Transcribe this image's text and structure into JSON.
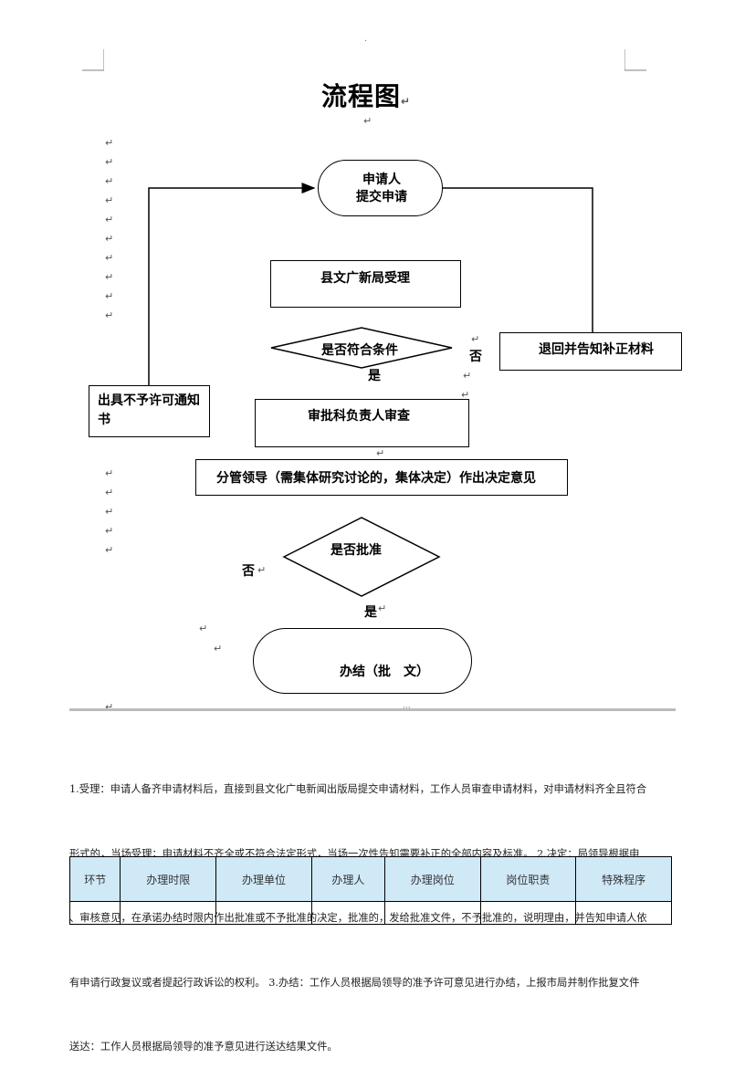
{
  "page": {
    "title": "流程图",
    "header_mark": "·"
  },
  "flow": {
    "start": [
      "申请人",
      "提交申请"
    ],
    "accept": "县文广新局受理",
    "condition": "是否符合条件",
    "yes_label": "是",
    "no_label": "否",
    "return_box": "退回并告知补正材料",
    "reject_box": "出具不予许可通知书",
    "review": "审批科负责人审查",
    "leader": "分管领导（需集体研究讨论的，集体决定）作出决定意见",
    "approve_q": "是否批准",
    "end": "办结（批　文）"
  },
  "paragraph_mark": "↵",
  "description": [
    "1.受理：申请人备齐申请材料后，直接到县文化广电新闻出版局提交申请材料，工作人员审查申请材料，对申请材料齐全且符合",
    "形式的，当场受理；申请材料不齐全或不符合法定形式，当场一次性告知需要补正的全部内容及标准。 2.决定：局领导根据申",
    "、审核意见，在承诺办结时限内作出批准或不予批准的决定，批准的，发给批准文件，不予批准的，说明理由，并告知申请人依",
    "有申请行政复议或者提起行政诉讼的权利。 3.办结：工作人员根据局领导的准予许可意见进行办结，上报市局并制作批复文件",
    "送达：工作人员根据局领导的准予意见进行送达结果文件。"
  ],
  "table": {
    "headers": [
      "环节",
      "办理时限",
      "办理单位",
      "办理人",
      "办理岗位",
      "岗位职责",
      "特殊程序"
    ]
  }
}
